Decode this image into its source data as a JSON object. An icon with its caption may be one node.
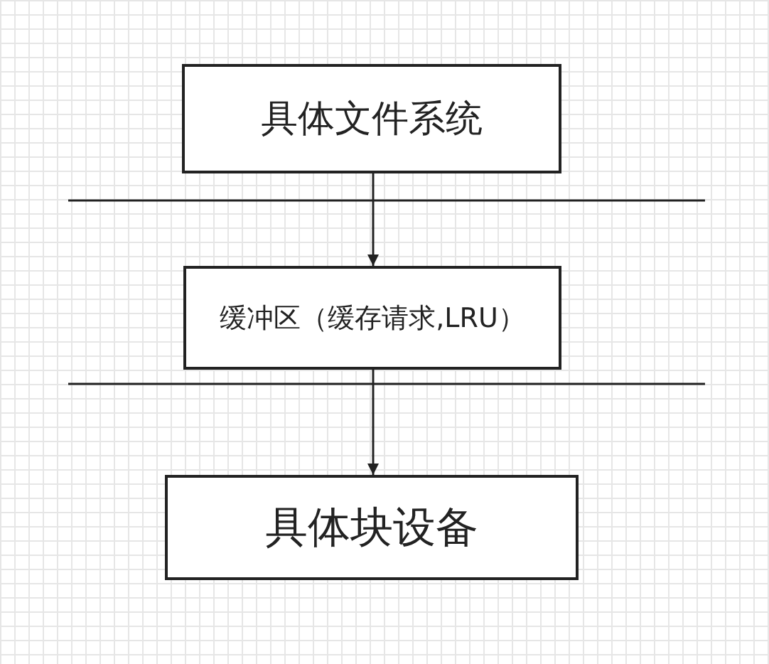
{
  "diagram": {
    "nodes": [
      {
        "text": [
          "具体文件系统"
        ]
      },
      {
        "text": [
          "缓冲区（缓存请求,LRU）"
        ]
      },
      {
        "text": [
          "具体块设备"
        ]
      }
    ],
    "edges": [
      {
        "from": 0,
        "to": 1,
        "arrow": "to"
      },
      {
        "from": 1,
        "to": 2,
        "arrow": "to"
      }
    ]
  }
}
